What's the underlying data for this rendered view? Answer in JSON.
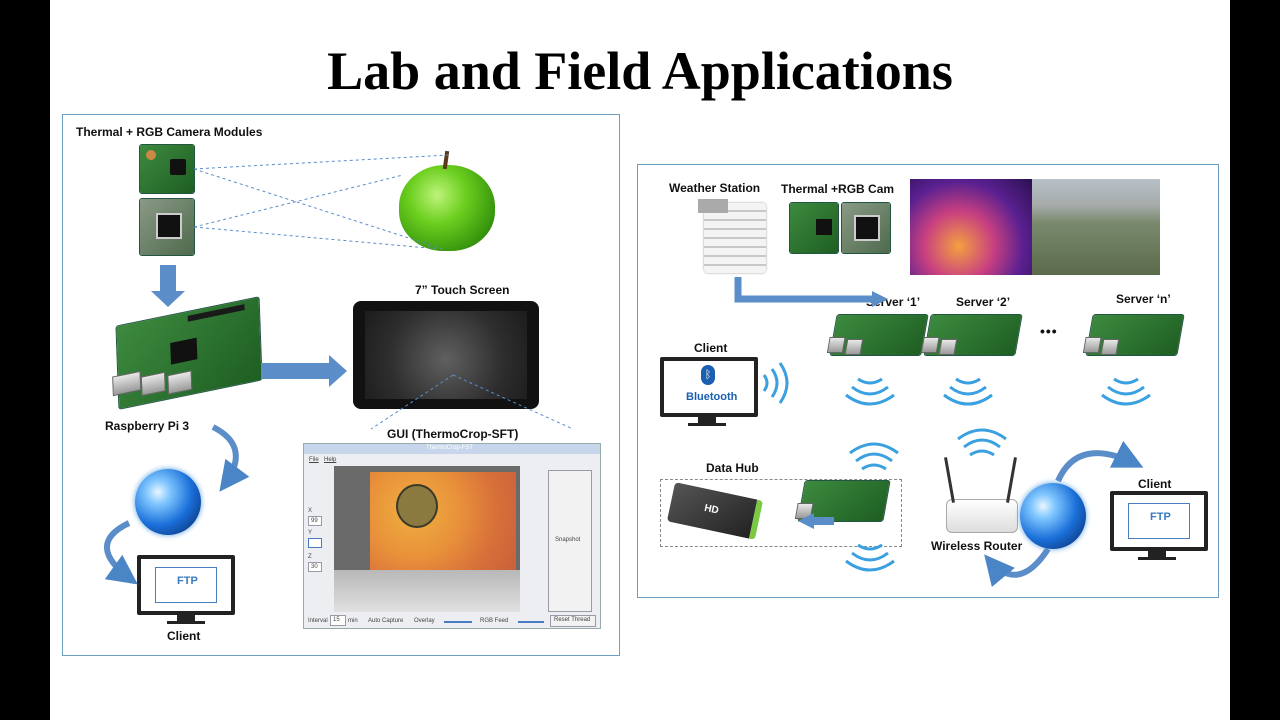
{
  "title": "Lab and Field Applications",
  "lab": {
    "camera_label": "Thermal + RGB Camera Modules",
    "touch_label": "7” Touch Screen",
    "rpi_label": "Raspberry Pi 3",
    "gui_label": "GUI (ThermoCrop-SFT)",
    "client_label": "Client",
    "ftp_text": "FTP",
    "gui": {
      "window_title": "ThermoCrop-FST",
      "menu_file": "File",
      "menu_help": "Help",
      "x_label": "X",
      "x_value": "99",
      "y_label": "Y",
      "z_label": "Z",
      "z_value": "30",
      "snapshot": "Snapshot",
      "interval_label": "Interval",
      "interval_value": "15",
      "min_label": "min",
      "auto_capture": "Auto Capture",
      "overlay": "Overlay",
      "rgb_feed": "RGB Feed",
      "reset_thread": "Reset Thread"
    }
  },
  "field": {
    "weather_label": "Weather Station",
    "cam_label": "Thermal +RGB Cam",
    "server1": "Server ‘1’",
    "server2": "Server ‘2’",
    "server_n": "Server ‘n’",
    "ellipsis": "•••",
    "client_bt_label": "Client",
    "bluetooth_text": "Bluetooth",
    "datahub_label": "Data Hub",
    "hd_text": "HD",
    "router_label": "Wireless Router",
    "client_ftp_label": "Client",
    "ftp_text": "FTP"
  }
}
